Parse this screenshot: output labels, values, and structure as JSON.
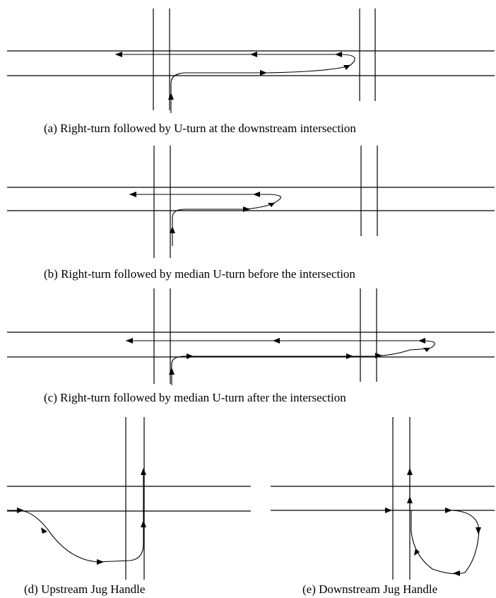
{
  "captions": {
    "a": "(a) Right-turn followed by U-turn at the downstream intersection",
    "b": "(b) Right-turn followed by median U-turn before the intersection",
    "c": "(c) Right-turn followed by median U-turn after the intersection",
    "d": "(d) Upstream Jug Handle",
    "e": "(e) Downstream Jug Handle"
  },
  "colors": {
    "line": "#000000",
    "background": "#ffffff"
  }
}
